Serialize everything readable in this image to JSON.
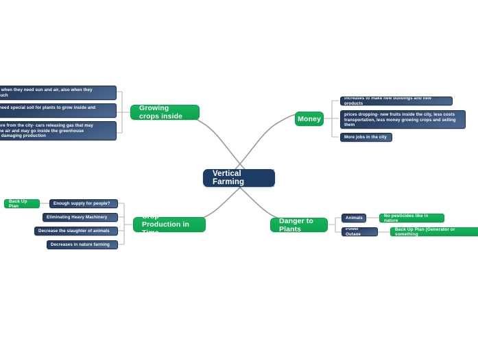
{
  "mindmap": {
    "root": {
      "label": "Vertical Farming"
    },
    "branches": [
      {
        "id": "growing-crops-inside",
        "label": "Growing crops inside",
        "children": [
          {
            "id": "climate",
            "label": "mate- when they need sun and air, also when they\ntoo much"
          },
          {
            "id": "ground",
            "label": "und- need special soil for plants to grow inside and\ner"
          },
          {
            "id": "atmosphere",
            "label": "osphere from the city- cars releasing gas that may\nnge the air and may go inside the greenhouse\nlding, damaging production"
          }
        ]
      },
      {
        "id": "money",
        "label": "Money",
        "children": [
          {
            "id": "increases-buildings",
            "label": "increases to make new buildings and new products"
          },
          {
            "id": "prices-dropping",
            "label": "prices dropping- new fruits inside the city, less costs\ntransportation, less money growing crops and selling\nthem"
          },
          {
            "id": "more-jobs",
            "label": "More jobs in the city"
          }
        ]
      },
      {
        "id": "crop-production-in-time",
        "label": "Crop Production in Time",
        "children": [
          {
            "id": "enough-supply",
            "label": "Enough supply for people?",
            "leaf": {
              "id": "back-up-plan",
              "label": "Back Up Plan"
            }
          },
          {
            "id": "eliminating-heavy-machinery",
            "label": "Eliminating Heavy Machinery"
          },
          {
            "id": "decrease-slaughter",
            "label": "Decrease the slaughter of animals"
          },
          {
            "id": "decreases-nature-farming",
            "label": "Decreases in nature farming"
          }
        ]
      },
      {
        "id": "danger-to-plants",
        "label": "Danger to Plants",
        "children": [
          {
            "id": "animals",
            "label": "Animals",
            "leaf": {
              "id": "no-pesticides",
              "label": "No pesticides like in nature"
            }
          },
          {
            "id": "power-outage",
            "label": "Power Outage",
            "leaf": {
              "id": "back-up-plan-generator",
              "label": "Back Up Plan (Generator or something"
            }
          }
        ]
      }
    ],
    "colors": {
      "root_fill": "#1d3c63",
      "branch_fill": "#16b35d",
      "detail_fill": "#2c4366",
      "connector": "#9a9a9a",
      "sub_connector": "#b3b3b3",
      "text": "#ffffff"
    }
  }
}
